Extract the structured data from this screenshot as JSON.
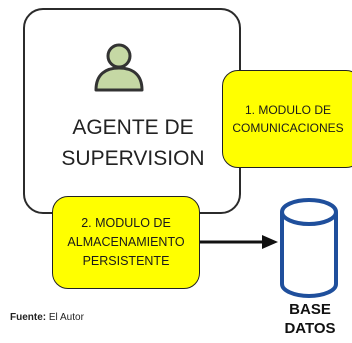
{
  "agent": {
    "label": "AGENTE DE\nSUPERVISION",
    "icon": "person-icon"
  },
  "modules": [
    {
      "label": "1. MODULO DE\nCOMUNICACIONES"
    },
    {
      "label": "2. MODULO DE\nALMACENAMIENTO\nPERSISTENTE"
    }
  ],
  "database": {
    "label": "BASE\nDATOS",
    "icon": "database-icon"
  },
  "source": {
    "prefix": "Fuente:",
    "text": " El Autor"
  },
  "colors": {
    "module_fill": "#ffff00",
    "person_fill": "#c5d8a4",
    "db_stroke": "#1f4f9c",
    "outline": "#2b2b2b"
  }
}
